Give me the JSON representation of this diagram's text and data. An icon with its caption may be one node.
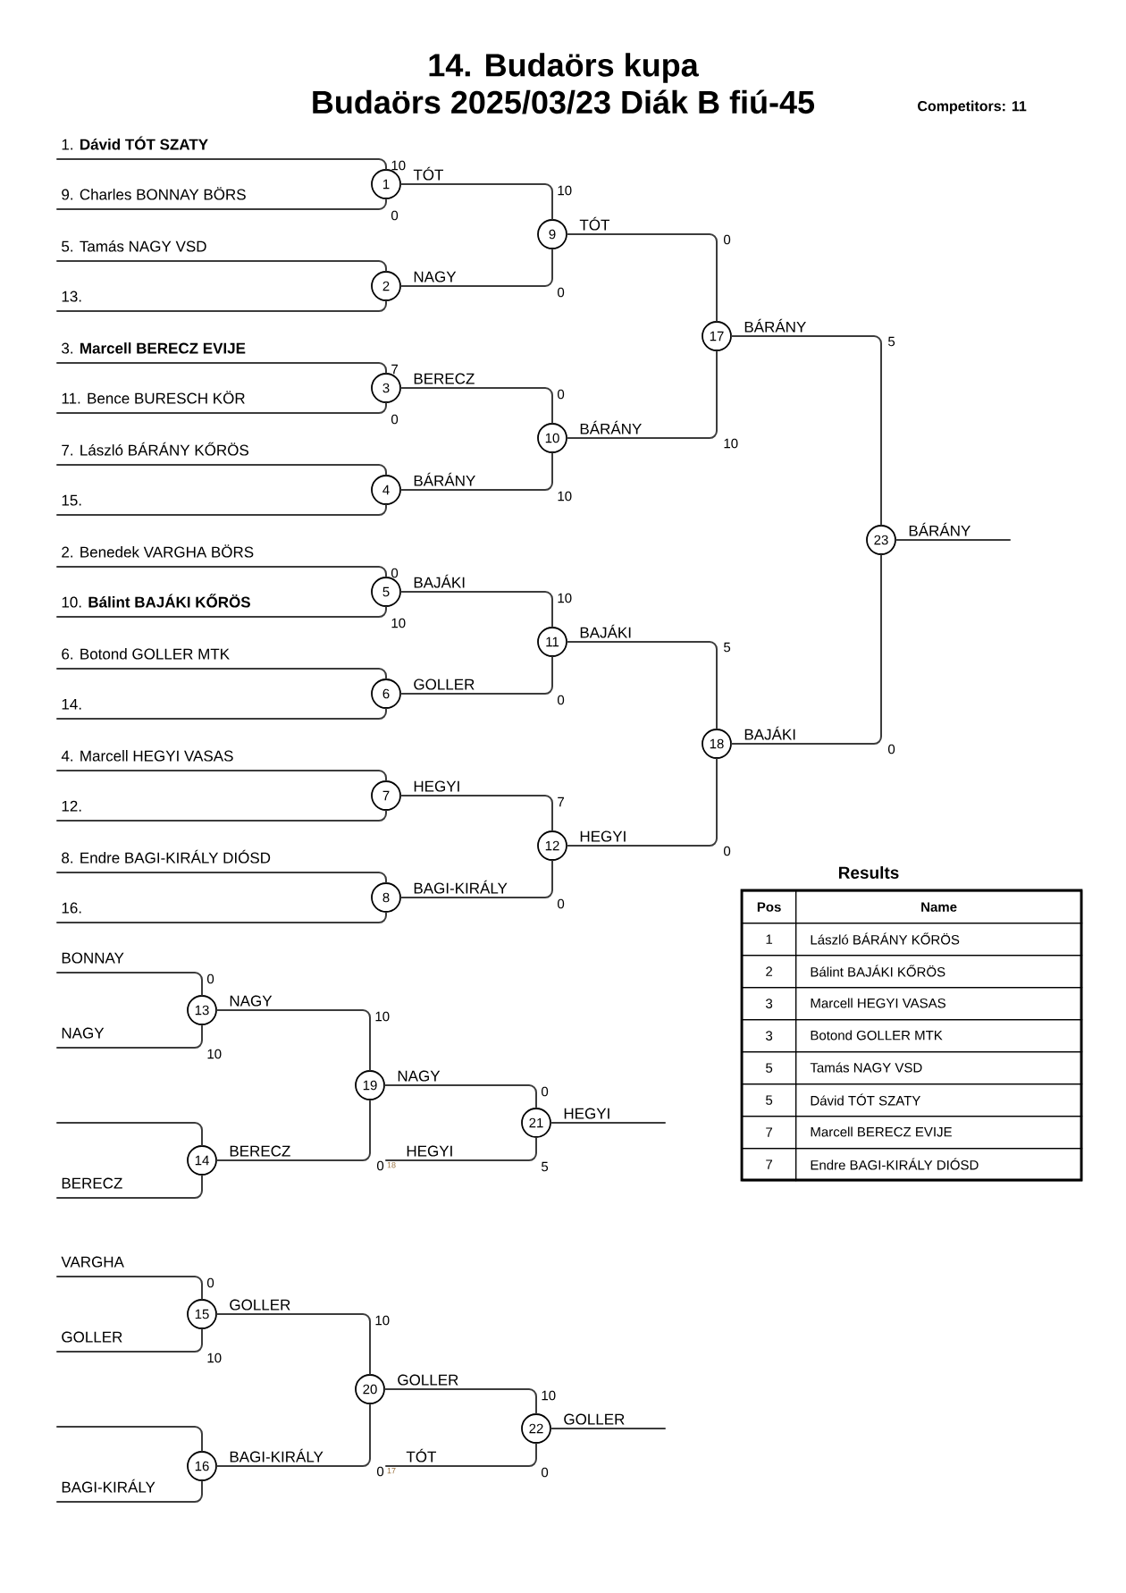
{
  "diagram": {
    "title": "14. Budaörs kupa",
    "nodes": [
      {
        "text": [
          "1"
        ],
        "beside": [
          "10",
          "0"
        ]
      },
      {
        "text": [
          "2"
        ]
      },
      {
        "text": [
          "3"
        ],
        "beside": [
          "7",
          "0"
        ]
      },
      {
        "text": [
          "4"
        ]
      },
      {
        "text": [
          "5"
        ],
        "beside": [
          "0",
          "10"
        ]
      },
      {
        "text": [
          "6"
        ]
      },
      {
        "text": [
          "7"
        ]
      },
      {
        "text": [
          "8"
        ]
      },
      {
        "text": [
          "9"
        ],
        "beside": [
          "10",
          "0"
        ]
      },
      {
        "text": [
          "10"
        ],
        "beside": [
          "0",
          "10"
        ]
      },
      {
        "text": [
          "11"
        ],
        "beside": [
          "10",
          "0"
        ]
      },
      {
        "text": [
          "12"
        ],
        "beside": [
          "7",
          "0"
        ]
      },
      {
        "text": [
          "13"
        ],
        "beside": [
          "0",
          "10"
        ]
      },
      {
        "text": [
          "14"
        ]
      },
      {
        "text": [
          "15"
        ],
        "beside": [
          "0",
          "10"
        ]
      },
      {
        "text": [
          "16"
        ]
      },
      {
        "text": [
          "17"
        ]
      },
      {
        "text": [
          "18"
        ]
      },
      {
        "text": [
          "19"
        ],
        "beside": [
          "10"
        ]
      },
      {
        "text": [
          "20"
        ],
        "beside": [
          "10"
        ]
      },
      {
        "text": [
          "21"
        ],
        "beside": [
          "0",
          "5"
        ]
      },
      {
        "text": [
          "22"
        ],
        "beside": [
          "10",
          "0"
        ]
      },
      {
        "text": [
          "23"
        ]
      },
      {
        "text": [
          "1. **Dávid TÓT SZATY**"
        ]
      },
      {
        "text": [
          "9. Charles BONNAY BÖRS"
        ]
      },
      {
        "text": [
          "5. Tamás NAGY VSD"
        ]
      },
      {
        "text": [
          "13."
        ]
      },
      {
        "text": [
          "3. **Marcell BERECZ EVIJE**"
        ]
      },
      {
        "text": [
          "11. Bence BURESCH KÖR"
        ]
      },
      {
        "text": [
          "7. László BÁRÁNY KŐRÖS"
        ]
      },
      {
        "text": [
          "15."
        ]
      },
      {
        "text": [
          "2. Benedek VARGHA BÖRS"
        ]
      },
      {
        "text": [
          "10. **Bálint BAJÁKI KŐRÖS**"
        ]
      },
      {
        "text": [
          "6. Botond GOLLER MTK"
        ]
      },
      {
        "text": [
          "14."
        ]
      },
      {
        "text": [
          "4. Marcell HEGYI VASAS"
        ]
      },
      {
        "text": [
          "12."
        ]
      },
      {
        "text": [
          "8. Endre BAGI-KIRÁLY DIÓSD"
        ]
      },
      {
        "text": [
          "16."
        ]
      },
      {
        "text": [
          "BONNAY"
        ]
      },
      {
        "text": [
          "NAGY"
        ]
      },
      {
        "text": [
          "BERECZ"
        ]
      },
      {
        "text": [
          "VARGHA"
        ]
      },
      {
        "text": [
          "GOLLER"
        ]
      },
      {
        "text": [
          "BAGI-KIRÁLY"
        ]
      },
      {
        "text": [
          "18"
        ]
      },
      {
        "text": [
          "17"
        ]
      }
    ],
    "edges": [
      {
        "from": 23,
        "to": 0,
        "arrow": "none"
      },
      {
        "from": 24,
        "to": 0,
        "arrow": "none"
      },
      {
        "from": 25,
        "to": 1,
        "arrow": "none"
      },
      {
        "from": 26,
        "to": 1,
        "arrow": "none"
      },
      {
        "from": 27,
        "to": 2,
        "arrow": "none"
      },
      {
        "from": 28,
        "to": 2,
        "arrow": "none"
      },
      {
        "from": 29,
        "to": 3,
        "arrow": "none"
      },
      {
        "from": 30,
        "to": 3,
        "arrow": "none"
      },
      {
        "from": 31,
        "to": 4,
        "arrow": "none"
      },
      {
        "from": 32,
        "to": 4,
        "arrow": "none"
      },
      {
        "from": 33,
        "to": 5,
        "arrow": "none"
      },
      {
        "from": 34,
        "to": 5,
        "arrow": "none"
      },
      {
        "from": 35,
        "to": 6,
        "arrow": "none"
      },
      {
        "from": 36,
        "to": 6,
        "arrow": "none"
      },
      {
        "from": 37,
        "to": 7,
        "arrow": "none"
      },
      {
        "from": 38,
        "to": 7,
        "arrow": "none"
      },
      {
        "from": 0,
        "to": 8,
        "arrow": "none",
        "label": "TÓT"
      },
      {
        "from": 1,
        "to": 8,
        "arrow": "none",
        "label": "NAGY"
      },
      {
        "from": 2,
        "to": 9,
        "arrow": "none",
        "label": "BERECZ"
      },
      {
        "from": 3,
        "to": 9,
        "arrow": "none",
        "label": "BÁRÁNY"
      },
      {
        "from": 4,
        "to": 10,
        "arrow": "none",
        "label": "BAJÁKI"
      },
      {
        "from": 5,
        "to": 10,
        "arrow": "none",
        "label": "GOLLER"
      },
      {
        "from": 6,
        "to": 11,
        "arrow": "none",
        "label": "HEGYI"
      },
      {
        "from": 7,
        "to": 11,
        "arrow": "none",
        "label": "BAGI-KIRÁLY"
      },
      {
        "from": 8,
        "to": 16,
        "arrow": "none",
        "label": "TÓT"
      },
      {
        "from": 9,
        "to": 16,
        "arrow": "none",
        "label": "BÁRÁNY"
      },
      {
        "from": 10,
        "to": 17,
        "arrow": "none",
        "label": "BAJÁKI"
      },
      {
        "from": 11,
        "to": 17,
        "arrow": "none",
        "label": "HEGYI"
      },
      {
        "from": 16,
        "to": 22,
        "arrow": "none",
        "label": "BÁRÁNY"
      },
      {
        "from": 17,
        "to": 22,
        "arrow": "none",
        "label": "BAJÁKI"
      },
      {
        "from": 22,
        "to": null,
        "arrow": "none",
        "label": "BÁRÁNY"
      },
      {
        "from": 39,
        "to": 12,
        "arrow": "none"
      },
      {
        "from": 40,
        "to": 12,
        "arrow": "none"
      },
      {
        "from": null,
        "to": 13,
        "arrow": "none"
      },
      {
        "from": 41,
        "to": 13,
        "arrow": "none"
      },
      {
        "from": 12,
        "to": 18,
        "arrow": "none",
        "label": "NAGY"
      },
      {
        "from": 13,
        "to": 18,
        "arrow": "none",
        "label": "BERECZ"
      },
      {
        "from": 18,
        "to": 20,
        "arrow": "none",
        "label": "NAGY"
      },
      {
        "from": 45,
        "to": 20,
        "arrow": "none",
        "label": "HEGYI"
      },
      {
        "from": 20,
        "to": null,
        "arrow": "none",
        "label": "HEGYI"
      },
      {
        "from": 42,
        "to": 14,
        "arrow": "none"
      },
      {
        "from": 43,
        "to": 14,
        "arrow": "none"
      },
      {
        "from": null,
        "to": 15,
        "arrow": "none"
      },
      {
        "from": 44,
        "to": 15,
        "arrow": "none"
      },
      {
        "from": 14,
        "to": 19,
        "arrow": "none",
        "label": "GOLLER"
      },
      {
        "from": 15,
        "to": 19,
        "arrow": "none",
        "label": "BAGI-KIRÁLY"
      },
      {
        "from": 19,
        "to": 21,
        "arrow": "none",
        "label": "GOLLER"
      },
      {
        "from": 46,
        "to": 21,
        "arrow": "none",
        "label": "TÓT"
      },
      {
        "from": 21,
        "to": null,
        "arrow": "none",
        "label": "GOLLER"
      }
    ],
    "labels": [
      "Budaörs 2025/03/23 Diák B fiú-45",
      "Competitors: 11",
      "Results",
      "Pos",
      "Name",
      "1",
      "László BÁRÁNY KŐRÖS",
      "2",
      "Bálint BAJÁKI KŐRÖS",
      "3",
      "Marcell HEGYI VASAS",
      "3",
      "Botond GOLLER MTK",
      "5",
      "Tamás NAGY VSD",
      "5",
      "Dávid TÓT SZATY",
      "7",
      "Marcell BERECZ EVIJE",
      "7",
      "Endre BAGI-KIRÁLY DIÓSD",
      "0",
      "10",
      "5",
      "0",
      "5",
      "0",
      "0",
      "0"
    ]
  }
}
